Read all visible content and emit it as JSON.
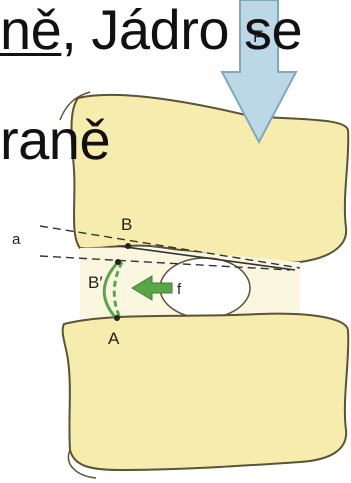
{
  "slide": {
    "line1_underlined": "ně",
    "line1_rest": ", Jádro se",
    "line2": "raně"
  },
  "diagram": {
    "label_force": "F",
    "label_point_b": "B",
    "label_line_a": "a",
    "label_point_b_prime": "B′",
    "label_point_a": "A",
    "label_f": "f"
  },
  "colors": {
    "vertebra_fill": "#f6ecae",
    "vertebra_stroke": "#5a5336",
    "arrow_blue_fill": "#bcd8e6",
    "arrow_blue_stroke": "#7fa8bd",
    "arrow_green": "#5aa548"
  }
}
